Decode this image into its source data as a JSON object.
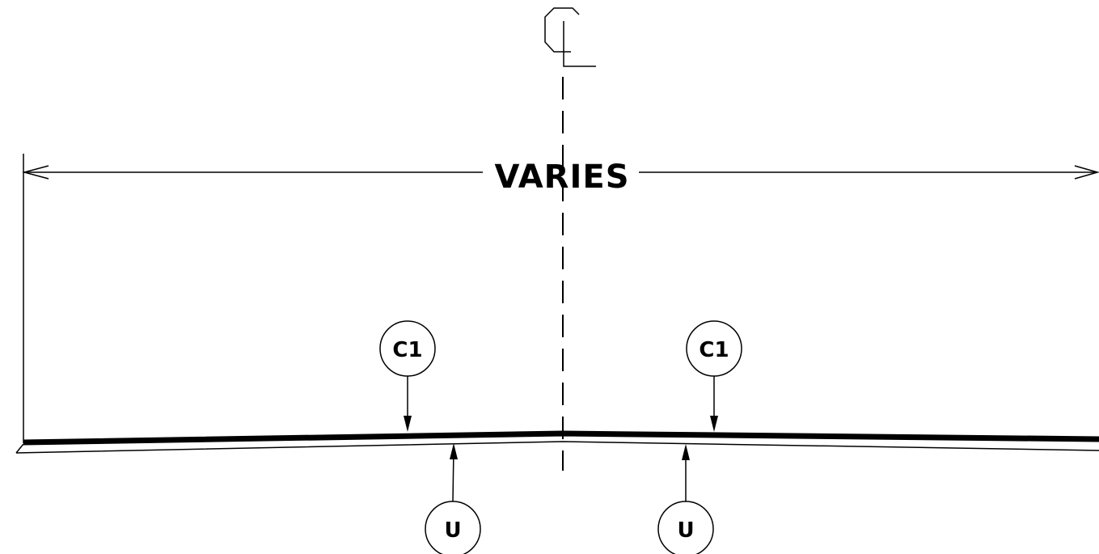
{
  "dimension": {
    "label": "VARIES"
  },
  "centerline": {
    "symbol": "centerline-symbol"
  },
  "callouts": {
    "left_top": {
      "label": "C1",
      "target": "surface-course"
    },
    "right_top": {
      "label": "C1",
      "target": "surface-course"
    },
    "left_bottom": {
      "label": "U",
      "target": "subgrade"
    },
    "right_bottom": {
      "label": "U",
      "target": "subgrade"
    }
  },
  "colors": {
    "ink": "#000000",
    "paper": "#ffffff"
  }
}
